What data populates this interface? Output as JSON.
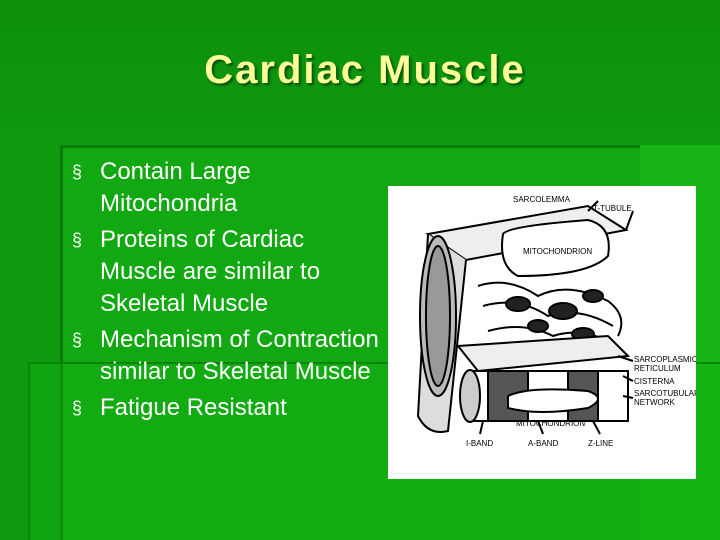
{
  "slide": {
    "title": "Cardiac Muscle",
    "bullet_symbol": "§",
    "bullets": [
      "Contain Large Mitochondria",
      "Proteins of Cardiac Muscle are similar to Skeletal Muscle",
      "Mechanism of Contraction similar to Skeletal Muscle",
      "Fatigue Resistant"
    ]
  },
  "diagram": {
    "labels": {
      "sarcolemma": "SARCOLEMMA",
      "t_tubule": "T-TUBULE",
      "mitochondrion_top": "MITOCHONDRION",
      "sarcoplasmic_1": "SARCOPLASMIC",
      "sarcoplasmic_2": "RETICULUM",
      "cisterna": "CISTERNA",
      "sarcotubular_1": "SARCOTUBULAR",
      "sarcotubular_2": "NETWORK",
      "mitochondrion_bottom": "MITOCHONDRION",
      "i_band": "I-BAND",
      "a_band": "A-BAND",
      "z_line": "Z-LINE"
    }
  },
  "colors": {
    "background": "#0f9a0f",
    "title": "#ffff99",
    "text": "#ffffff"
  }
}
